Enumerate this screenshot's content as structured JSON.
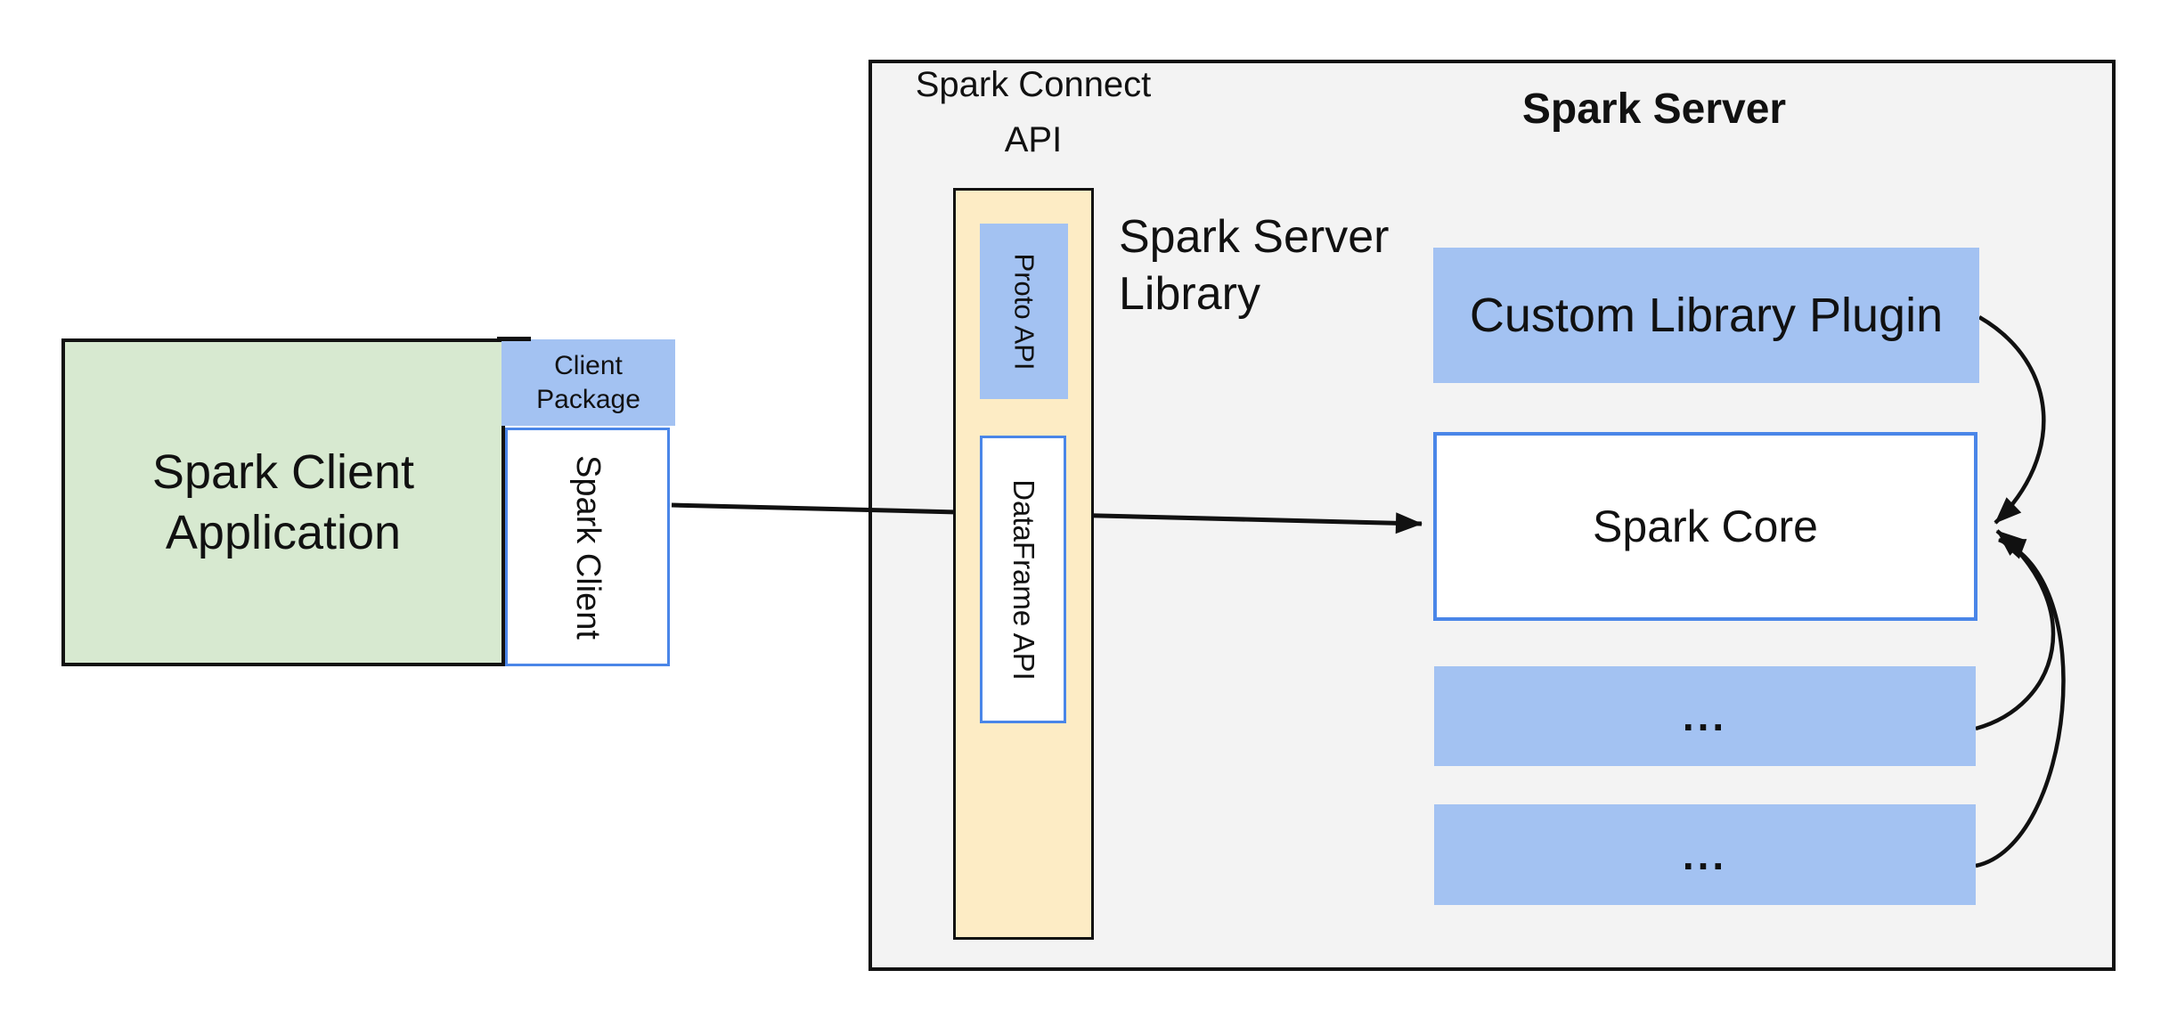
{
  "diagram": {
    "client": {
      "application_line1": "Spark Client",
      "application_line2": "Application",
      "package_line1": "Client",
      "package_line2": "Package",
      "spark_client_label": "Spark Client"
    },
    "connect": {
      "api_label_line1": "Spark Connect",
      "api_label_line2": "API",
      "proto_api_label": "Proto API",
      "dataframe_api_label": "DataFrame API"
    },
    "server": {
      "title": "Spark Server",
      "library_label_line1": "Spark Server",
      "library_label_line2": "Library",
      "custom_plugin_label": "Custom Library Plugin",
      "core_label": "Spark Core",
      "more_plugins_1": "...",
      "more_plugins_2": "..."
    },
    "colors": {
      "client_green": "#d7e9d0",
      "plugin_blue": "#a3c2f2",
      "connect_yellow": "#fdecc5",
      "server_gray": "#f3f3f3",
      "border_blue": "#4a86e8",
      "line_black": "#111111"
    }
  }
}
